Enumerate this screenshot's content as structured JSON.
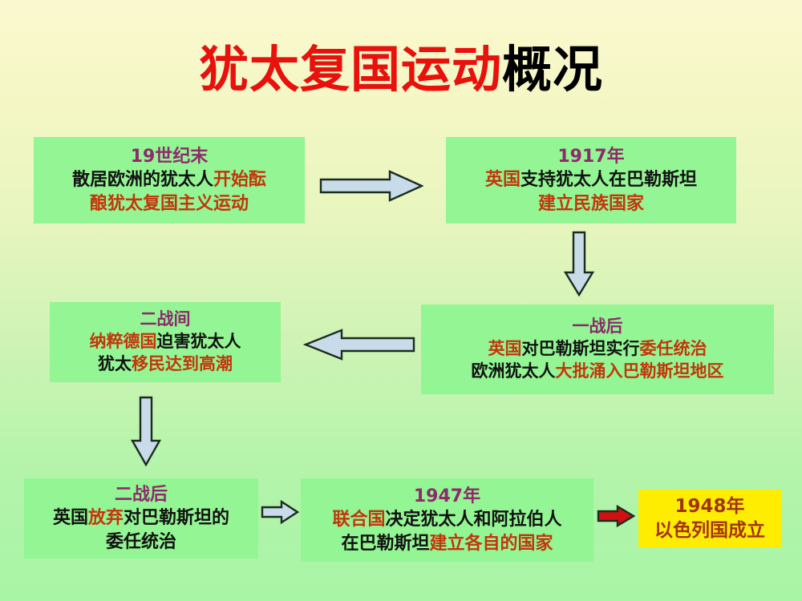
{
  "slide": {
    "title": {
      "red_part": "犹太复国运动",
      "black_part": "概况"
    },
    "background_top_color": "#fbf8cf",
    "background_bottom_color": "#a8f5a6",
    "box_color": "#93f593",
    "highlight_color": "#ffed00",
    "accent_red": "#c4350a",
    "accent_purple": "#8d2a6b"
  },
  "boxes": {
    "late_19th_century": {
      "header": "19世纪末",
      "line2_black": "散居欧洲的犹太人",
      "line2_red": "开始酝",
      "line3_red": "酿犹太复国主义运动"
    },
    "year_1917": {
      "header": "1917年",
      "line2_red": "英国",
      "line2_black": "支持犹太人在巴勒斯坦",
      "line3_red": "建立民族国家"
    },
    "after_ww1": {
      "header": "一战后",
      "line2_red_a": "英国",
      "line2_black": "对巴勒斯坦实行",
      "line2_red_b": "委任统治",
      "line3_black": "欧洲犹太人",
      "line3_red": "大批涌入巴勒斯坦地区"
    },
    "between_wars": {
      "header": "二战间",
      "line2_red": "纳粹德国",
      "line2_black": "迫害犹太人",
      "line3_black": "犹太",
      "line3_red": "移民达到高潮"
    },
    "after_ww2": {
      "header": "二战后",
      "line2_black_a": "英国",
      "line2_red": "放弃",
      "line2_black_b": "对巴勒斯坦的",
      "line3_black": "委任统治"
    },
    "year_1947": {
      "header": "1947年",
      "line2_red": "联合国",
      "line2_black": "决定犹太人和阿拉伯人",
      "line3_black": "在巴勒斯坦",
      "line3_red": "建立各自的国家"
    },
    "year_1948": {
      "header": "1948年",
      "line2": "以色列国成立"
    }
  },
  "arrows": [
    {
      "name": "arrow-19c-to-1917",
      "direction": "right",
      "style": "long-outline",
      "color": "#c7dce8"
    },
    {
      "name": "arrow-1917-to-ww1",
      "direction": "down",
      "style": "long-outline",
      "color": "#c7dce8"
    },
    {
      "name": "arrow-ww1-to-ww2i",
      "direction": "left",
      "style": "long-outline",
      "color": "#c7dce8"
    },
    {
      "name": "arrow-ww2i-to-ww2a",
      "direction": "down",
      "style": "long-outline",
      "color": "#c7dce8"
    },
    {
      "name": "arrow-ww2a-to-1947",
      "direction": "right",
      "style": "block",
      "color": "#c7dce8"
    },
    {
      "name": "arrow-1947-to-1948",
      "direction": "right",
      "style": "block",
      "color": "#d11111"
    }
  ]
}
